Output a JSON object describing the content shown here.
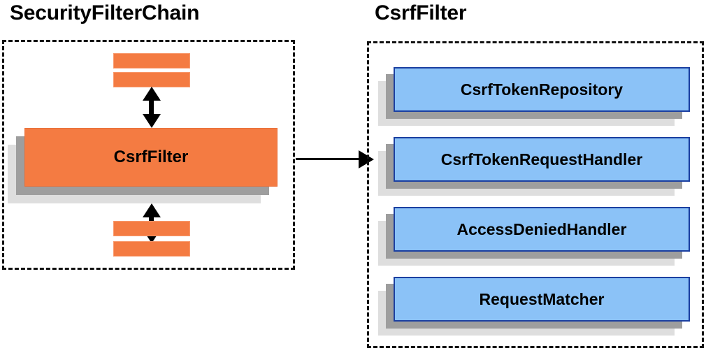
{
  "diagram": {
    "panels": [
      {
        "id": "security-filter-chain",
        "title": "SecurityFilterChain",
        "nodes": [
          {
            "label": "CsrfFilter"
          }
        ],
        "placeholder_bar_count": 4
      },
      {
        "id": "csrf-filter",
        "title": "CsrfFilter",
        "nodes": [
          {
            "label": "CsrfTokenRepository"
          },
          {
            "label": "CsrfTokenRequestHandler"
          },
          {
            "label": "AccessDeniedHandler"
          },
          {
            "label": "RequestMatcher"
          }
        ]
      }
    ],
    "connectors": [
      {
        "id": "chain-to-detail",
        "kind": "arrow-right",
        "from": "security-filter-chain",
        "to": "csrf-filter"
      },
      {
        "id": "csrffilter-upstream",
        "kind": "arrow-double-vertical"
      },
      {
        "id": "csrffilter-downstream",
        "kind": "arrow-double-vertical"
      }
    ],
    "colors": {
      "orange_fill": "#F47B42",
      "orange_border": "#F89A6E",
      "blue_fill": "#8BC2F7",
      "blue_border": "#1B3FA0",
      "shadow_mid": "#9E9E9E",
      "shadow_back": "#DEDEDE",
      "outline": "#111111",
      "text": "#000000",
      "background": "#FFFFFF"
    }
  }
}
